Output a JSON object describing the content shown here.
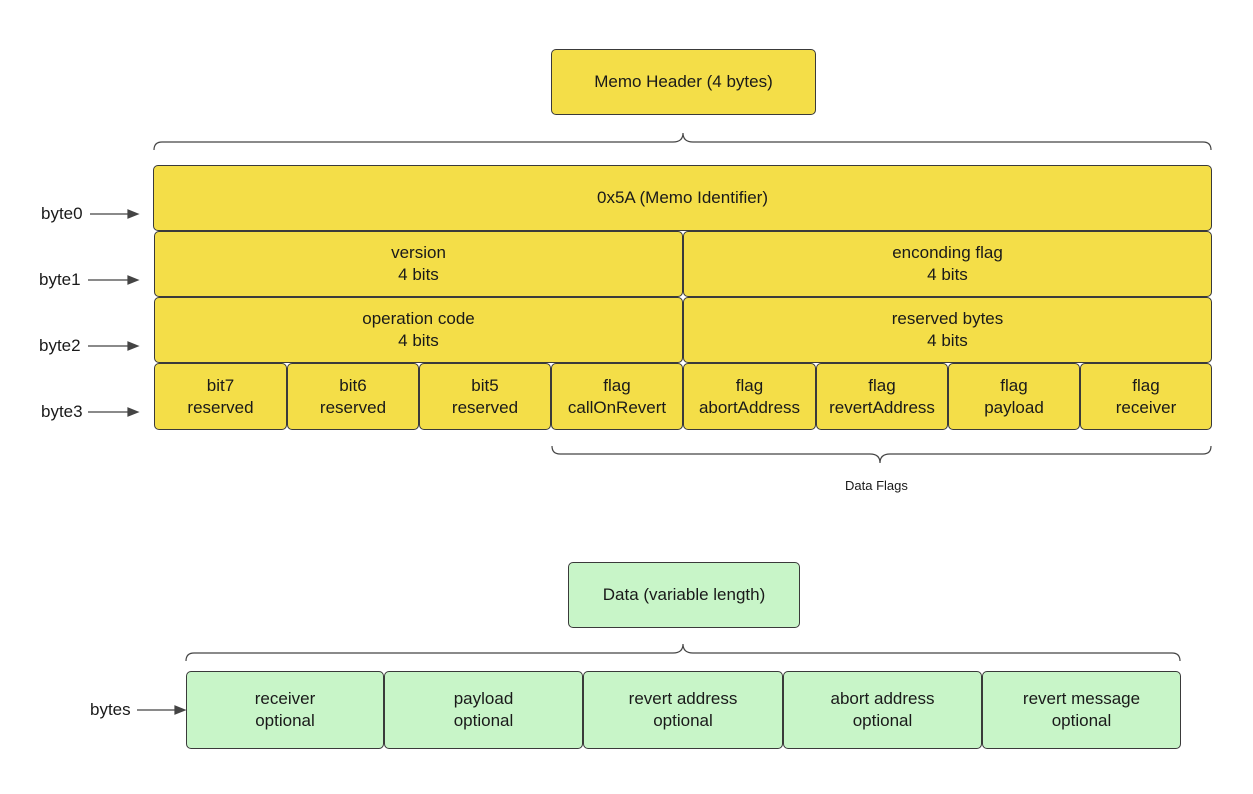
{
  "memo_header": {
    "title": "Memo Header (4 bytes)",
    "rows": [
      {
        "label": "byte0",
        "cells": [
          "0x5A (Memo Identifier)"
        ]
      },
      {
        "label": "byte1",
        "cells": [
          "version\n4 bits",
          "enconding flag\n4 bits"
        ]
      },
      {
        "label": "byte2",
        "cells": [
          "operation code\n4 bits",
          "reserved bytes\n4 bits"
        ]
      },
      {
        "label": "byte3",
        "cells": [
          "bit7\nreserved",
          "bit6\nreserved",
          "bit5\nreserved",
          "flag\ncallOnRevert",
          "flag\nabortAddress",
          "flag\nrevertAddress",
          "flag\npayload",
          "flag\nreceiver"
        ]
      }
    ],
    "data_flags_label": "Data Flags"
  },
  "data_section": {
    "title": "Data (variable length)",
    "row_label": "bytes",
    "cells": [
      "receiver\noptional",
      "payload\noptional",
      "revert address\noptional",
      "abort address\noptional",
      "revert message\noptional"
    ]
  },
  "colors": {
    "header_fill": "#f4de48",
    "data_fill": "#c8f5c8",
    "border": "#3a3a3a"
  }
}
